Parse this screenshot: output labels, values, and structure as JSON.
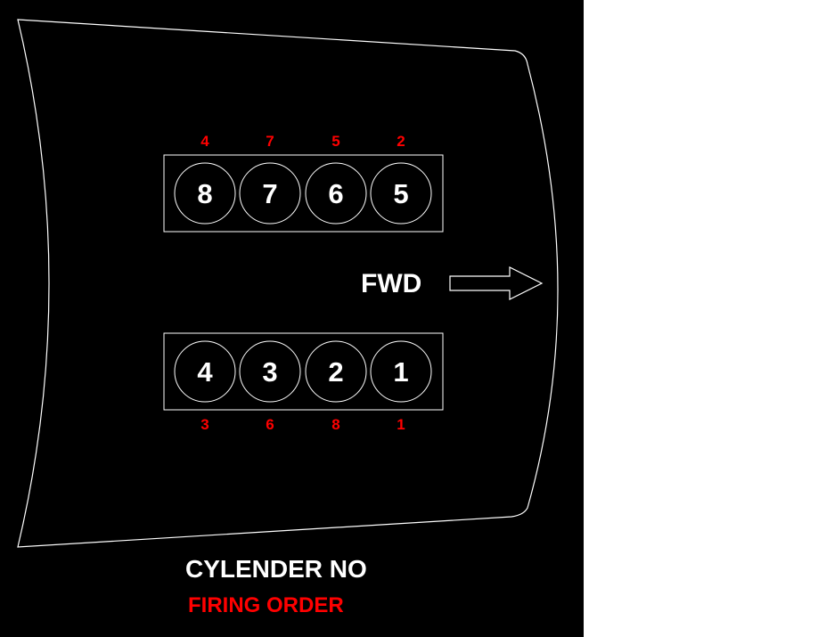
{
  "colors": {
    "background": "#000000",
    "line": "#ffffff",
    "cylinder_text": "#ffffff",
    "firing_text": "#ff0000"
  },
  "diagram": {
    "direction_label": "FWD",
    "banks": [
      {
        "bank": "rear",
        "cylinders": [
          {
            "cylinder": "8",
            "firing": "4"
          },
          {
            "cylinder": "7",
            "firing": "7"
          },
          {
            "cylinder": "6",
            "firing": "5"
          },
          {
            "cylinder": "5",
            "firing": "2"
          }
        ]
      },
      {
        "bank": "front",
        "cylinders": [
          {
            "cylinder": "4",
            "firing": "3"
          },
          {
            "cylinder": "3",
            "firing": "6"
          },
          {
            "cylinder": "2",
            "firing": "8"
          },
          {
            "cylinder": "1",
            "firing": "1"
          }
        ]
      }
    ]
  },
  "legend": {
    "cylinder_label": "CYLENDER NO",
    "firing_label": "FIRING ORDER"
  }
}
